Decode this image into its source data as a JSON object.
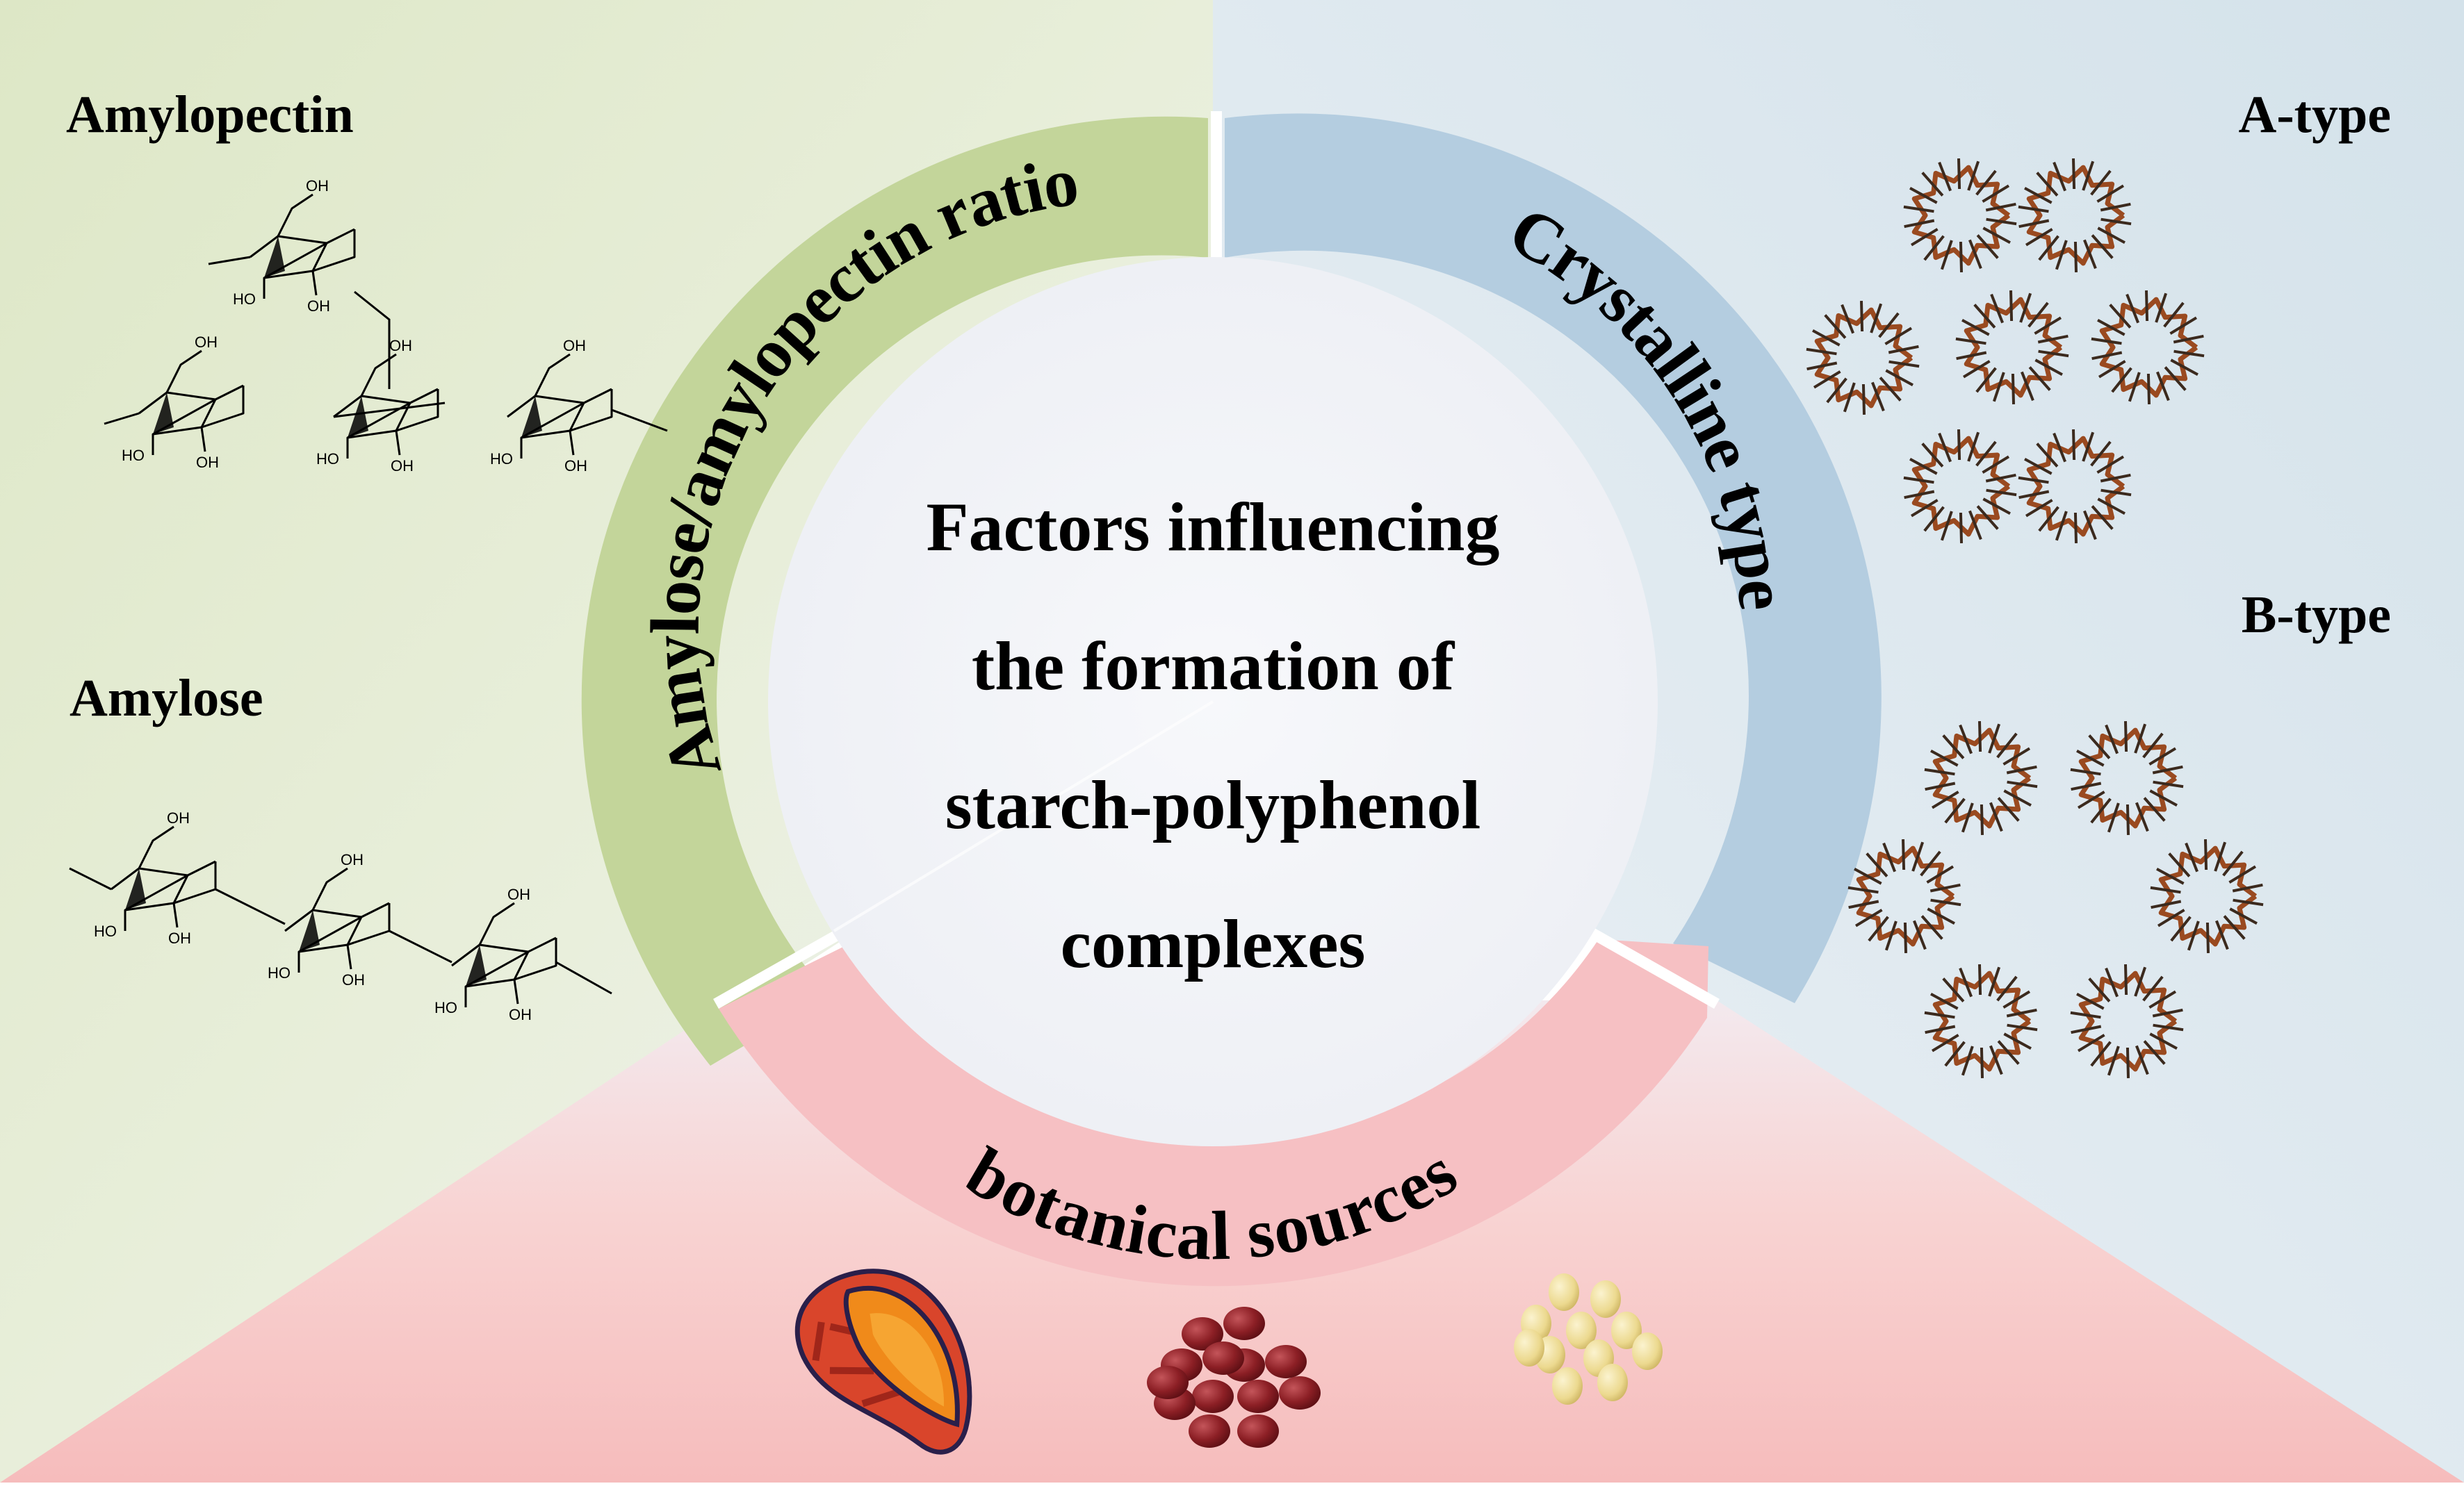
{
  "center_title": [
    "Factors influencing",
    "the formation of",
    "starch-polyphenol",
    "complexes"
  ],
  "segments": {
    "left": "Amylose/amylopectin ratio",
    "right": "Crystalline type",
    "bottom": "botanical sources"
  },
  "labels": {
    "amylopectin": "Amylopectin",
    "amylose": "Amylose",
    "a_type": "A-type",
    "b_type": "B-type"
  },
  "chem": {
    "oh": "OH",
    "ho": "HO"
  },
  "colors": {
    "green_segment": "#c3d59a",
    "blue_segment": "#b4cde0",
    "pink_segment": "#f6c0c3",
    "helix": "#9a4a20",
    "green_bg": "#e0e8cc",
    "blue_bg": "#dde8ef",
    "pink_bg": "#f8c9c9"
  },
  "icons": [
    "sweet-potato-icon",
    "red-beans-icon",
    "soybeans-icon"
  ]
}
